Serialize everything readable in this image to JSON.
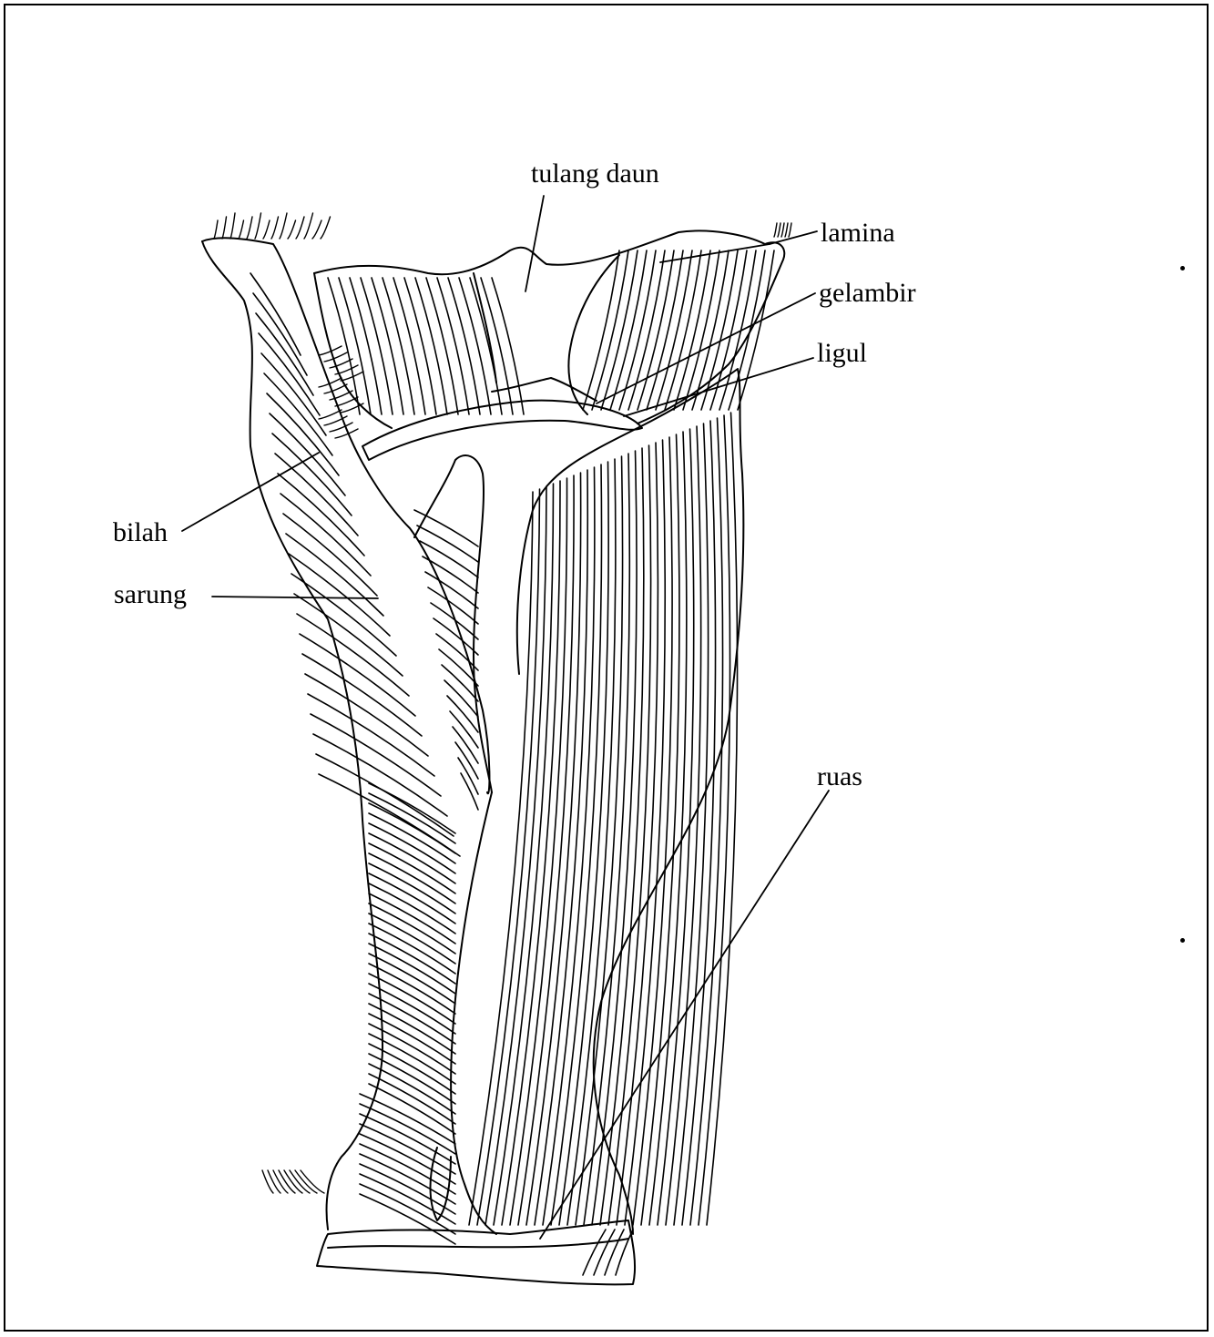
{
  "labels": {
    "tulang_daun": "tulang daun",
    "lamina": "lamina",
    "gelambir": "gelambir",
    "ligul": "ligul",
    "bilah": "bilah",
    "sarung": "sarung",
    "ruas": "ruas"
  },
  "colors": {
    "ink": "#000000",
    "paper": "#ffffff"
  }
}
